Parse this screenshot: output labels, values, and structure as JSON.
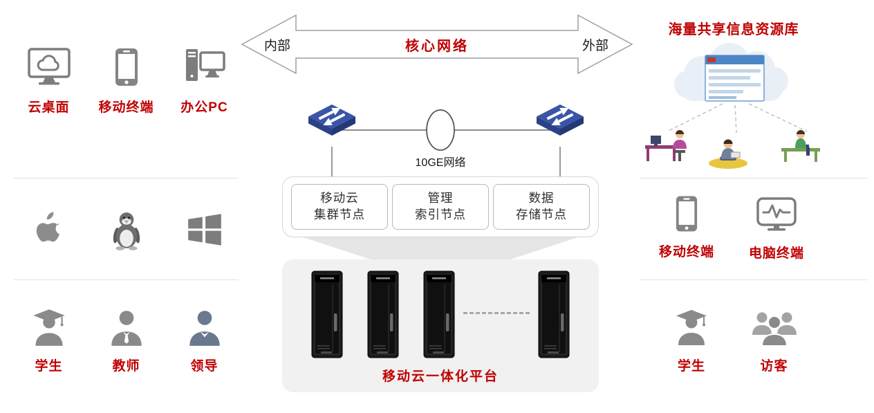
{
  "colors": {
    "accent_red": "#c00000",
    "switch_blue": "#3a55a8",
    "icon_gray": "#7d7d7d"
  },
  "left": {
    "devices": [
      {
        "label": "云桌面",
        "icon": "cloud-desktop-icon"
      },
      {
        "label": "移动终端",
        "icon": "smartphone-icon"
      },
      {
        "label": "办公PC",
        "icon": "desktop-pc-icon"
      }
    ],
    "os": [
      {
        "icon": "apple-logo-icon"
      },
      {
        "icon": "linux-tux-icon"
      },
      {
        "icon": "windows-logo-icon"
      }
    ],
    "users": [
      {
        "label": "学生",
        "icon": "student-icon"
      },
      {
        "label": "教师",
        "icon": "teacher-icon"
      },
      {
        "label": "领导",
        "icon": "leader-icon"
      }
    ]
  },
  "center": {
    "banner": {
      "left": "内部",
      "title": "核心网络",
      "right": "外部"
    },
    "network_label": "10GE网络",
    "nodes": [
      {
        "line1": "移动云",
        "line2": "集群节点"
      },
      {
        "line1": "管理",
        "line2": "索引节点"
      },
      {
        "line1": "数据",
        "line2": "存储节点"
      }
    ],
    "platform_label": "移动云一体化平台",
    "server_count": 4
  },
  "right": {
    "title": "海量共享信息资源库",
    "terminals": [
      {
        "label": "移动终端",
        "icon": "smartphone-icon"
      },
      {
        "label": "电脑终端",
        "icon": "pc-terminal-icon"
      }
    ],
    "users": [
      {
        "label": "学生",
        "icon": "student-icon"
      },
      {
        "label": "访客",
        "icon": "visitors-icon"
      }
    ]
  }
}
